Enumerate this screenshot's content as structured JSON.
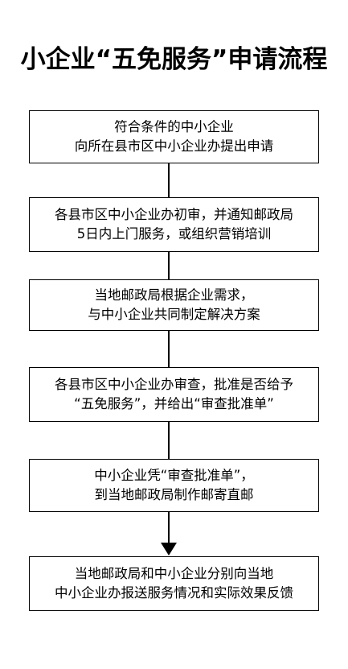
{
  "title": "小企业“五免服务”申请流程",
  "steps": [
    {
      "line1": "符合条件的中小企业",
      "line2": "向所在县市区中小企业办提出申请"
    },
    {
      "line1": "各县市区中小企业办初审，并通知邮政局",
      "line2": "5日内上门服务，或组织营销培训"
    },
    {
      "line1": "当地邮政局根据企业需求，",
      "line2": "与中小企业共同制定解决方案"
    },
    {
      "line1": "各县市区中小企业办审查，批准是否给予",
      "line2": "“五免服务”，并给出“审查批准单”"
    },
    {
      "line1": "中小企业凭“审查批准单”，",
      "line2": "到当地邮政局制作邮寄直邮"
    },
    {
      "line1": "当地邮政局和中小企业分别向当地",
      "line2": "中小企业办报送服务情况和实际效果反馈"
    }
  ]
}
